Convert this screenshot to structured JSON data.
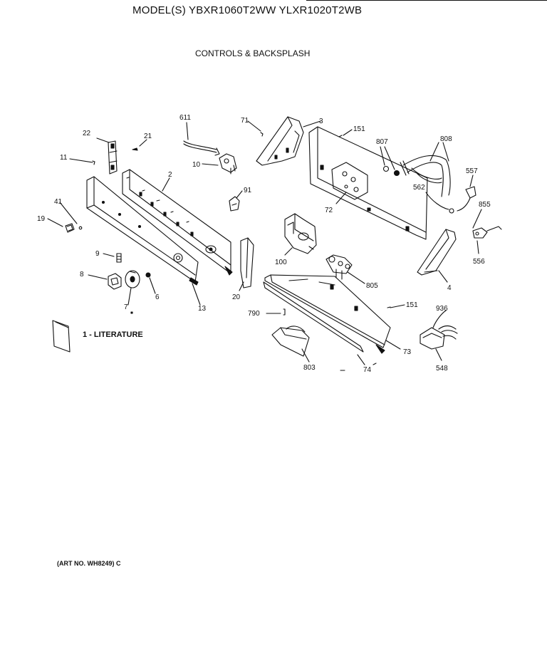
{
  "header": {
    "title": "MODEL(S) YBXR1060T2WW  YLXR1020T2WB",
    "subtitle": "CONTROLS & BACKSPLASH"
  },
  "literature": {
    "label": "1 - LITERATURE"
  },
  "footer": {
    "art_no": "(ART NO. WH8249) C"
  },
  "callouts": [
    {
      "id": "c611",
      "text": "611"
    },
    {
      "id": "c71",
      "text": "71"
    },
    {
      "id": "c3",
      "text": "3"
    },
    {
      "id": "c151a",
      "text": "151"
    },
    {
      "id": "c807",
      "text": "807"
    },
    {
      "id": "c808",
      "text": "808"
    },
    {
      "id": "c22",
      "text": "22"
    },
    {
      "id": "c21",
      "text": "21"
    },
    {
      "id": "c11",
      "text": "11"
    },
    {
      "id": "c10",
      "text": "10"
    },
    {
      "id": "c2",
      "text": "2"
    },
    {
      "id": "c557",
      "text": "557"
    },
    {
      "id": "c562",
      "text": "562"
    },
    {
      "id": "c91",
      "text": "91"
    },
    {
      "id": "c72",
      "text": "72"
    },
    {
      "id": "c855",
      "text": "855"
    },
    {
      "id": "c41",
      "text": "41"
    },
    {
      "id": "c19",
      "text": "19"
    },
    {
      "id": "c556",
      "text": "556"
    },
    {
      "id": "c100",
      "text": "100"
    },
    {
      "id": "c9",
      "text": "9"
    },
    {
      "id": "c805",
      "text": "805"
    },
    {
      "id": "c8",
      "text": "8"
    },
    {
      "id": "c4",
      "text": "4"
    },
    {
      "id": "c6",
      "text": "6"
    },
    {
      "id": "c20",
      "text": "20"
    },
    {
      "id": "c7",
      "text": "7"
    },
    {
      "id": "c13",
      "text": "13"
    },
    {
      "id": "c151b",
      "text": "151"
    },
    {
      "id": "c936",
      "text": "936"
    },
    {
      "id": "c790",
      "text": "790"
    },
    {
      "id": "c73",
      "text": "73"
    },
    {
      "id": "c803",
      "text": "803"
    },
    {
      "id": "c74",
      "text": "74"
    },
    {
      "id": "c548",
      "text": "548"
    }
  ]
}
